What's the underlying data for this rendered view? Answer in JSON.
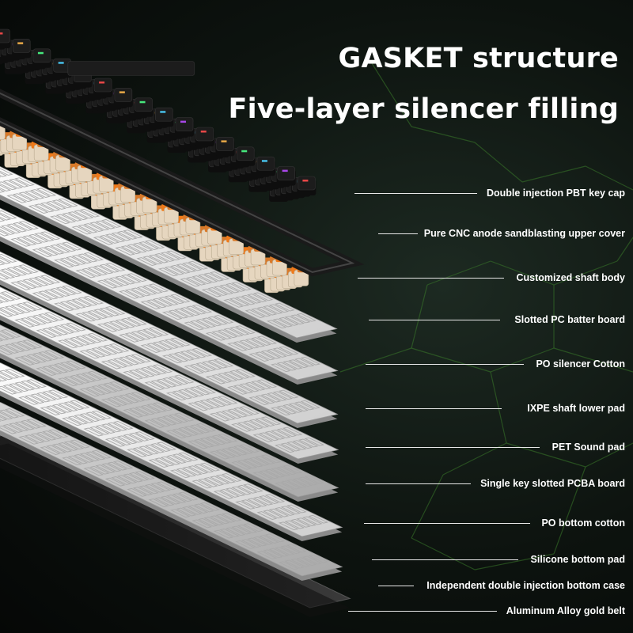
{
  "headline": {
    "line1": "GASKET structure",
    "line2": "Five-layer silencer filling"
  },
  "callouts": [
    "Double injection PBT key cap",
    "Pure CNC anode sandblasting upper cover",
    "Customized shaft body",
    "Slotted PC batter board",
    "PO silencer Cotton",
    "IXPE shaft lower pad",
    "PET Sound pad",
    "Single key slotted PCBA board",
    "PO bottom cotton",
    "Silicone bottom pad",
    "Independent double injection bottom case",
    "Aluminum Alloy gold belt"
  ],
  "colors": {
    "background": "#0d130f",
    "web_lines": "#3a7a2a",
    "keycap": "#1c1c1c",
    "switch_orange": "#f07a1a",
    "switch_beige": "#e6d6bf",
    "layer_white": "#f2f2f2",
    "rgb_legends": [
      "#ff4d4d",
      "#ffb84d",
      "#4dff88",
      "#4dd2ff",
      "#b84dff"
    ]
  }
}
